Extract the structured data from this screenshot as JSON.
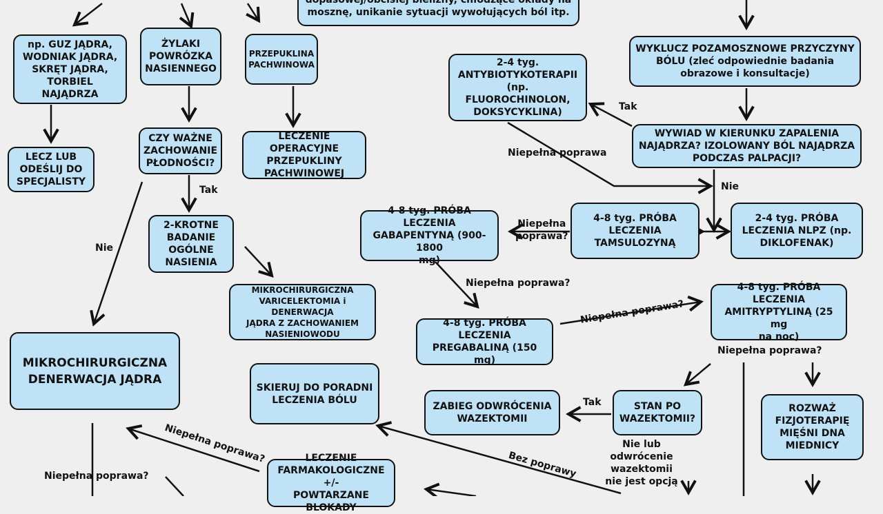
{
  "boxes": {
    "top_partial": "dopasowej/obcisłej bielizny, chłodzące okłady na\nmosznę, unikanie sytuacji wywołujących ból itp.",
    "guz": "np. GUZ JĄDRA,\nWODNIAK JĄDRA,\nSKRĘT JĄDRA,\nTORBIEL NAJĄDRZA",
    "zylaki": "ŻYLAKI\nPOWRÓZKA\nNASIENNEGO",
    "przepuklina": "PRZEPUKLINA\nPACHWINOWA",
    "wyklucz": "WYKLUCZ POZAMOSZNOWE PRZYCZYNY\nBÓLU (zleć odpowiednie badania\nobrazowe i konsultacje)",
    "antybiotyk": "2-4 tyg.\nANTYBIOTYKOTERAPII\n(np. FLUOROCHINOLON,\nDOKSYCYKLINA)",
    "wywiad": "WYWIAD W KIERUNKU ZAPALENIA\nNAJĄDRZA? IZOLOWANY BÓL NAJĄDRZA\nPODCZAS PALPACJI?",
    "lecz": "LECZ LUB\nODEŚLIJ DO\nSPECJALISTY",
    "plodnosc": "CZY WAŻNE\nZACHOWANIE\nPŁODNOŚCI?",
    "operacyjne": "LECZENIE OPERACYJNE\nPRZEPUKLINY\nPACHWINOWEJ",
    "gabapentyna": "4-8 tyg. PRÓBA LECZENIA\nGABAPENTYNĄ (900-1800\nmg)",
    "tamsulozyna": "4-8 tyg. PRÓBA\nLECZENIA\nTAMSULOZYNĄ",
    "nlpz": "2-4 tyg. PRÓBA\nLECZENIA NLPZ (np.\nDIKLOFENAK)",
    "nasienie": "2-KROTNE\nBADANIE\nOGÓLNE\nNASIENIA",
    "varicelektomia": "MIKROCHIRURGICZNA\nVARICELEKTOMIA i DENERWACJA\nJĄDRA Z ZACHOWANIEM\nNASIENIOWODU",
    "amitryptylina": "4-8 tyg. PRÓBA LECZENIA\nAMITRYPTYLINĄ (25 mg\nna noc)",
    "pregabalina": "4-8 tyg. PRÓBA LECZENIA\nPREGABALINĄ (150 mg)",
    "denerwacja": "MIKROCHIRURGICZNA\nDENERWACJA JĄDRA",
    "poradnia": "SKIERUJ DO PORADNI\nLECZENIA BÓLU",
    "odwrocenie": "ZABIEG ODWRÓCENIA\nWAZEKTOMII",
    "stan_po": "STAN PO\nWAZEKTOMII?",
    "fizjoterapia": "ROZWAŻ\nFIZJOTERAPIĘ\nMIĘŚNI DNA\nMIEDNICY",
    "farmakologiczne": "LECZENIE\nFARMAKOLOGICZNE +/-\nPOWTARZANE BLOKADY"
  },
  "labels": {
    "tak_antybiotyk": "Tak",
    "niepelna_wywiad": "Niepełna poprawa",
    "nie_wywiad": "Nie",
    "tak_plodnosc": "Tak",
    "nie_plodnosc": "Nie",
    "niepelna_gabap_left": "Niepełna\npoprawa?",
    "niepelna_gabap_down": "Niepełna poprawa?",
    "niepelna_pregab": "Niepełna poprawa?",
    "niepelna_amitr": "Niepełna poprawa?",
    "tak_stan": "Tak",
    "nie_lub": "Nie lub\nodwrócenie\nwazektomii\nnie jest opcją",
    "bez_poprawy": "Bez poprawy",
    "niepelna_farmak": "Niepełna poprawa?",
    "niepelna_denerw": "Niepełna poprawa?"
  }
}
